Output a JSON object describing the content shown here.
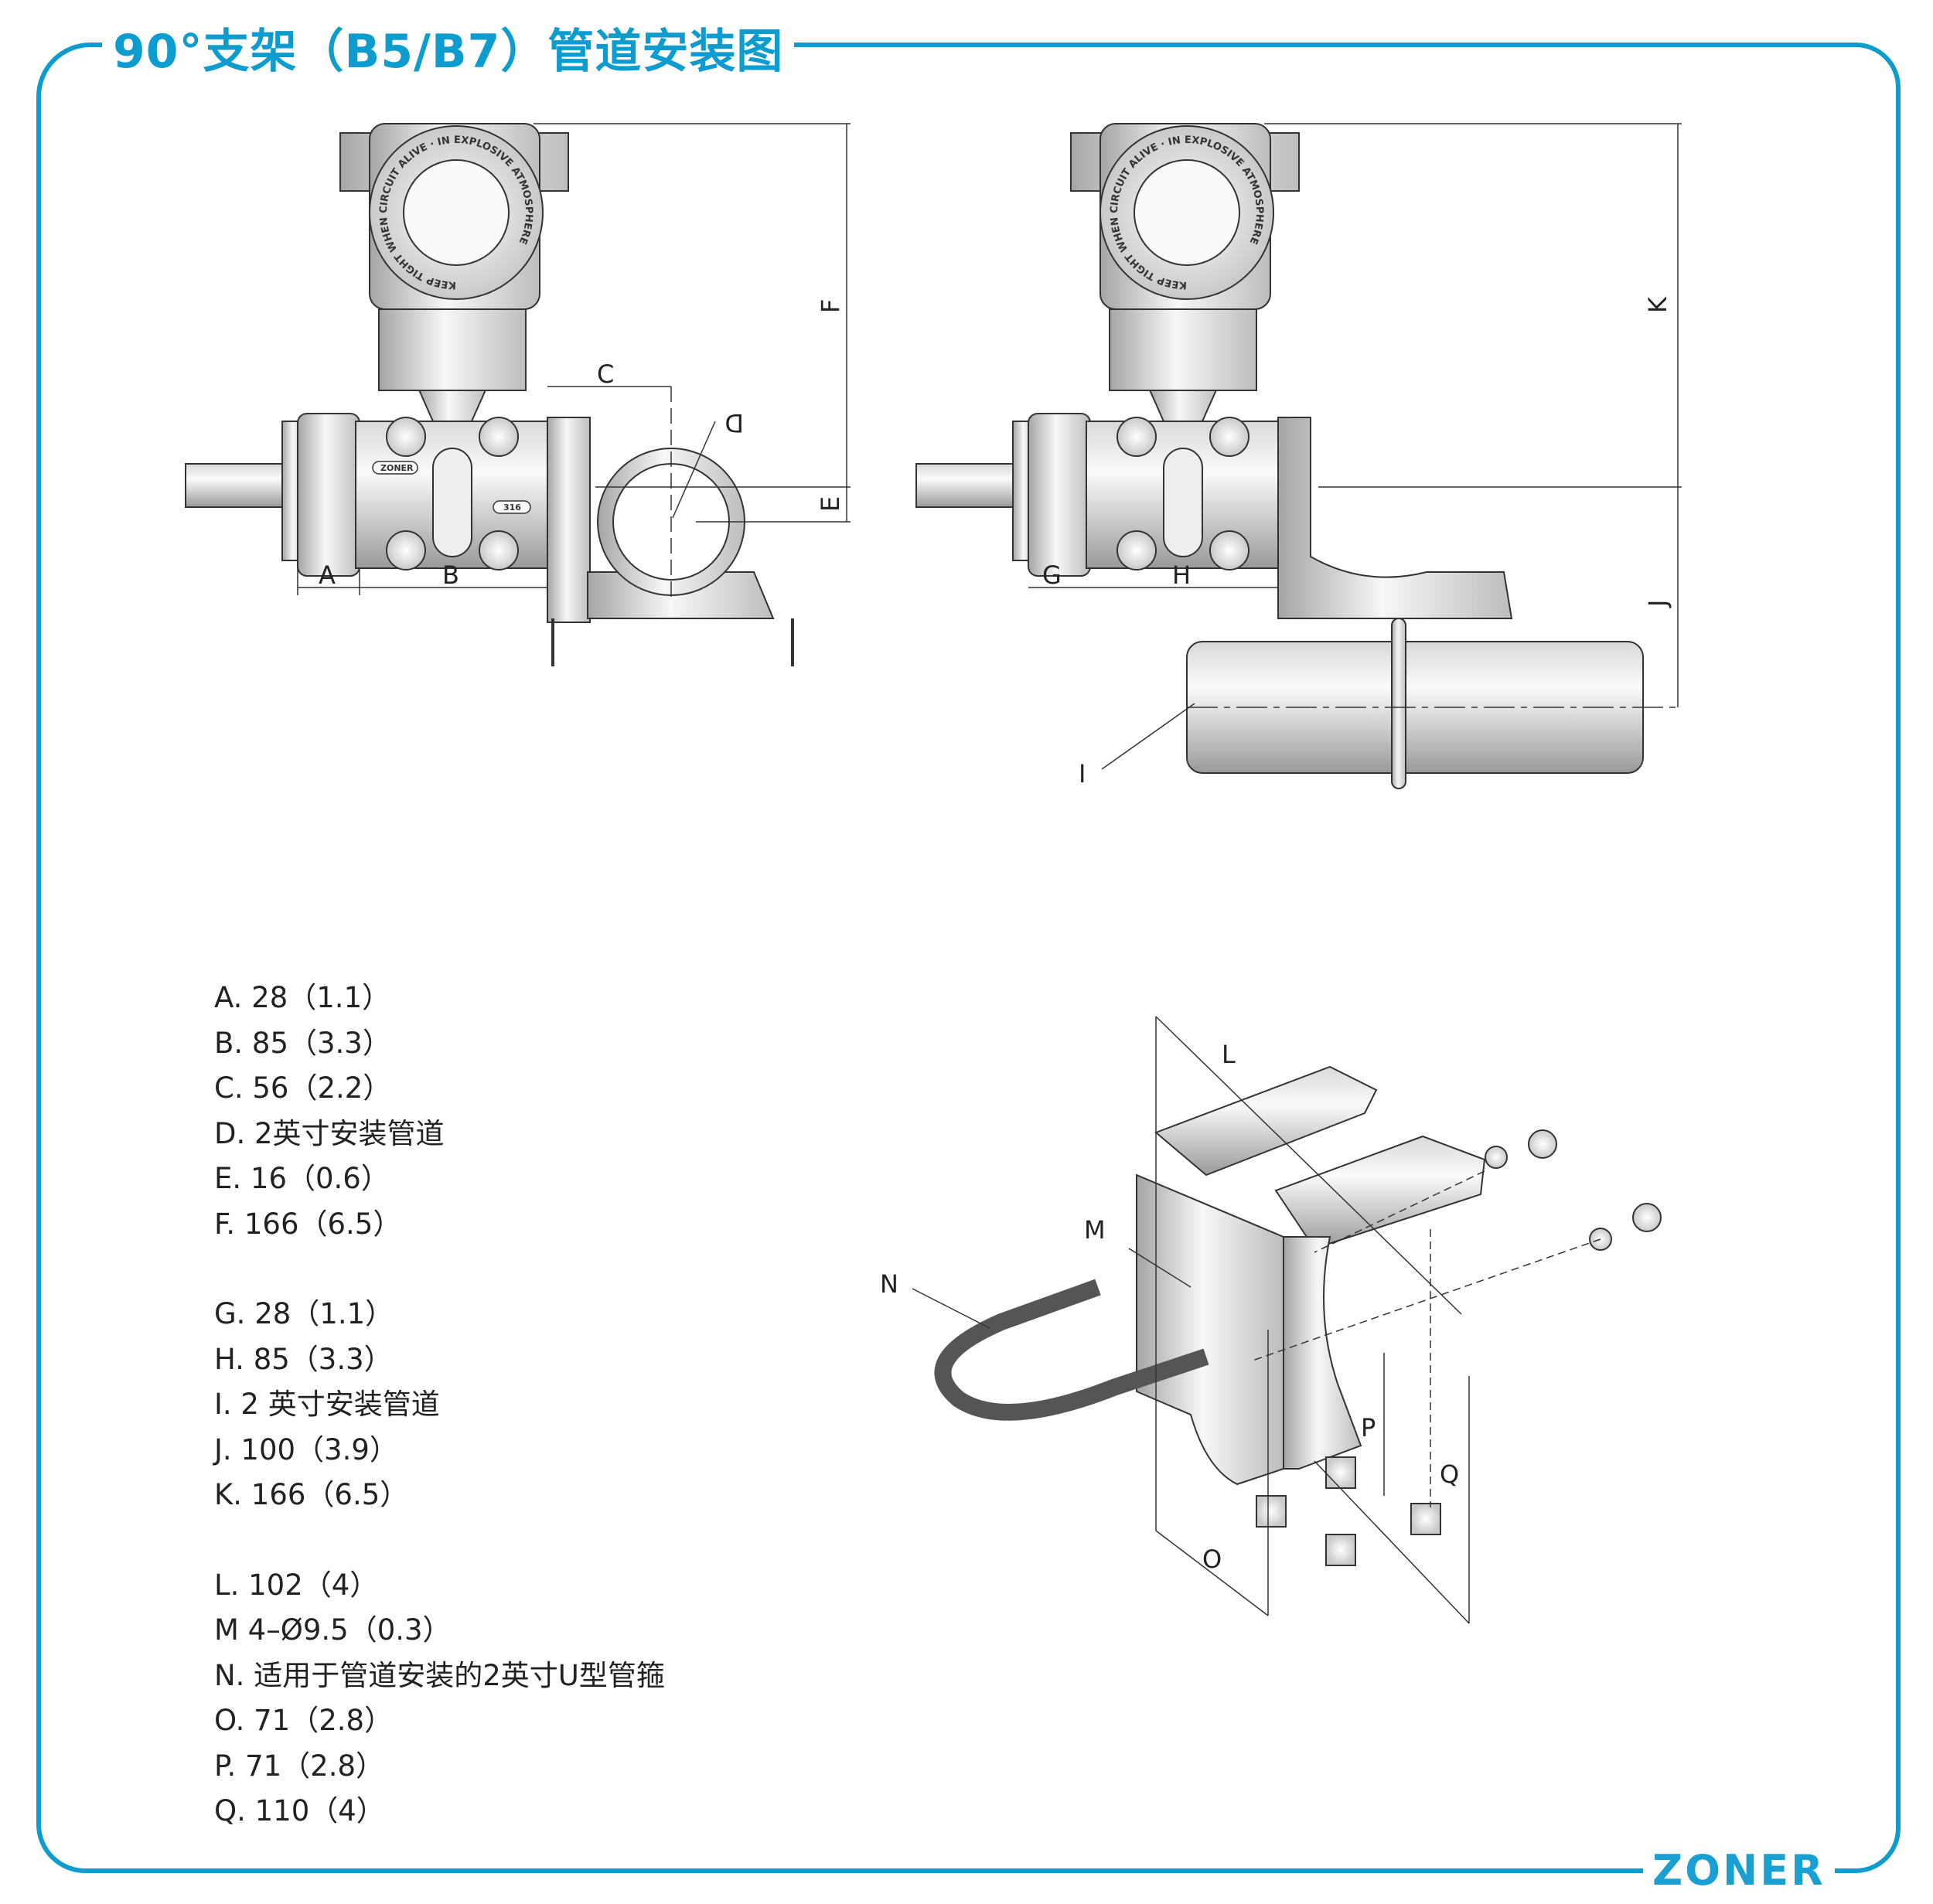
{
  "title": "90°支架（B5/B7）管道安装图",
  "brand": "ZONER",
  "colors": {
    "accent": "#0e9ccf",
    "metal_light": "#f2f2f2",
    "metal_dark": "#8a8a8a",
    "line": "#222222"
  },
  "legend": {
    "group1": [
      "A. 28（1.1）",
      "B. 85（3.3）",
      "C. 56（2.2）",
      "D. 2英寸安装管道",
      "E. 16（0.6）",
      "F. 166（6.5）"
    ],
    "group2": [
      "G. 28（1.1）",
      "H. 85（3.3）",
      "I.  2 英寸安装管道",
      "J. 100（3.9）",
      "K. 166（6.5）"
    ],
    "group3": [
      "L. 102（4）",
      "M 4–Ø9.5（0.3）",
      "N. 适用于管道安装的2英寸U型管箍",
      "O. 71（2.8）",
      "P. 71（2.8）",
      "Q. 110（4）"
    ]
  },
  "drawing_labels": {
    "side_view": {
      "A": "A",
      "B": "B",
      "C": "C",
      "D": "D",
      "E": "E",
      "F": "F"
    },
    "front_view": {
      "G": "G",
      "H": "H",
      "I": "I",
      "J": "J",
      "K": "K"
    },
    "exploded_view": {
      "L": "L",
      "M": "M",
      "N": "N",
      "O": "O",
      "P": "P",
      "Q": "Q"
    }
  },
  "device_markings": {
    "housing_ring": "KEEP TIGHT WHEN CIRCUIT ALIVE · IN EXPLOSIVE ATMOSPHERE",
    "flange_brand": "ZONER",
    "material_tag": "316"
  }
}
